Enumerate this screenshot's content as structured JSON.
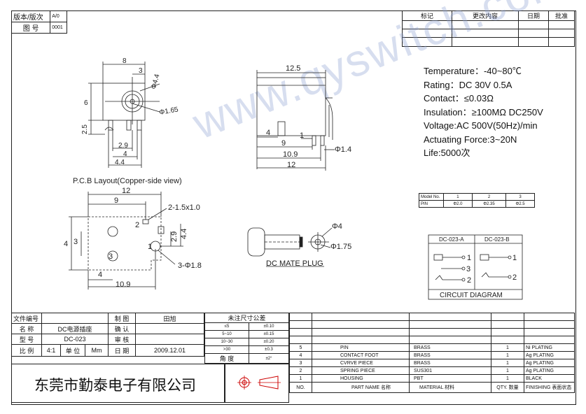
{
  "title_block_tl": {
    "version_label": "版本/版次",
    "version_value": "A/0",
    "drawing_no_label": "图 号",
    "drawing_no_value": "0001"
  },
  "revision_table": {
    "headers": [
      "标记",
      "更改内容",
      "日期",
      "批准"
    ]
  },
  "watermark": "www.qyswitch.com",
  "specs": [
    "Temperature：-40~80℃",
    "Rating：DC 30V 0.5A",
    "Contact：≤0.03Ω",
    "Insulation：≥100MΩ DC250V",
    "Voltage:AC 500V(50Hz)/min",
    "Actuating Force:3~20N",
    "Life:5000次"
  ],
  "model_table": {
    "header": [
      "Model No.",
      "1",
      "2",
      "3"
    ],
    "row": [
      "PIN",
      "Φ2.0",
      "Φ2.35",
      "Φ2.5"
    ]
  },
  "circuit": {
    "col_a": "DC-023-A",
    "col_b": "DC-023-B",
    "caption": "CIRCUIT DIAGRAM",
    "pins_a": [
      "1",
      "3",
      "2"
    ],
    "pins_b": [
      "1",
      "2"
    ]
  },
  "front_view": {
    "dims": [
      "8",
      "3",
      "Φ4.4",
      "6",
      "Φ1.65",
      "2.5",
      "2.9",
      "4",
      "4.4"
    ]
  },
  "side_view": {
    "dims": [
      "12.5",
      "4",
      "1",
      "9",
      "Φ1.4",
      "10.9",
      "12"
    ]
  },
  "pcb": {
    "caption": "P.C.B Layout(Copper-side view)",
    "dims": [
      "12",
      "9",
      "2-1.5x1.0",
      "2",
      "3",
      "4",
      "4.4",
      "2.9",
      "1",
      "3-Φ1.8",
      "4",
      "10.9",
      "3"
    ]
  },
  "mate_plug": {
    "caption": "DC MATE PLUG",
    "dims": [
      "Φ4",
      "Φ1.75"
    ]
  },
  "info_table": {
    "rows": [
      [
        "文件编号",
        "",
        "制 图",
        "田旭"
      ],
      [
        "名 称",
        "DC电源插座",
        "确 认",
        ""
      ],
      [
        "型 号",
        "DC-023",
        "审 核",
        ""
      ],
      [
        "比 例",
        "4:1",
        "单 位",
        "Mm",
        "日 期",
        "2009.12.01"
      ]
    ]
  },
  "tolerance": {
    "title": "未注尺寸公差",
    "rows": [
      [
        "≤5",
        "±0.10"
      ],
      [
        "5~10",
        "±0.15"
      ],
      [
        "10~30",
        "±0.20"
      ],
      [
        ">30",
        "±0.3"
      ],
      [
        "角 度",
        "±2°"
      ]
    ]
  },
  "company": "东莞市勤泰电子有限公司",
  "bom": {
    "rows": [
      [
        "5",
        "PIN",
        "BRASS",
        "1",
        "Ni PLATING"
      ],
      [
        "4",
        "CONTACT FOOT",
        "BRASS",
        "1",
        "Ag PLATING"
      ],
      [
        "3",
        "CVRVE PIECE",
        "BRASS",
        "1",
        "Ag PLATING"
      ],
      [
        "2",
        "SPRING PIECE",
        "SUS301",
        "1",
        "Ag PLATING"
      ],
      [
        "1",
        "HOUSING",
        "PBT",
        "1",
        "BLACK"
      ]
    ],
    "header": [
      "NO.",
      "PART NAME 名称",
      "MATERIAL 材料",
      "QTY. 数量",
      "FINISHING 表面状态"
    ]
  }
}
